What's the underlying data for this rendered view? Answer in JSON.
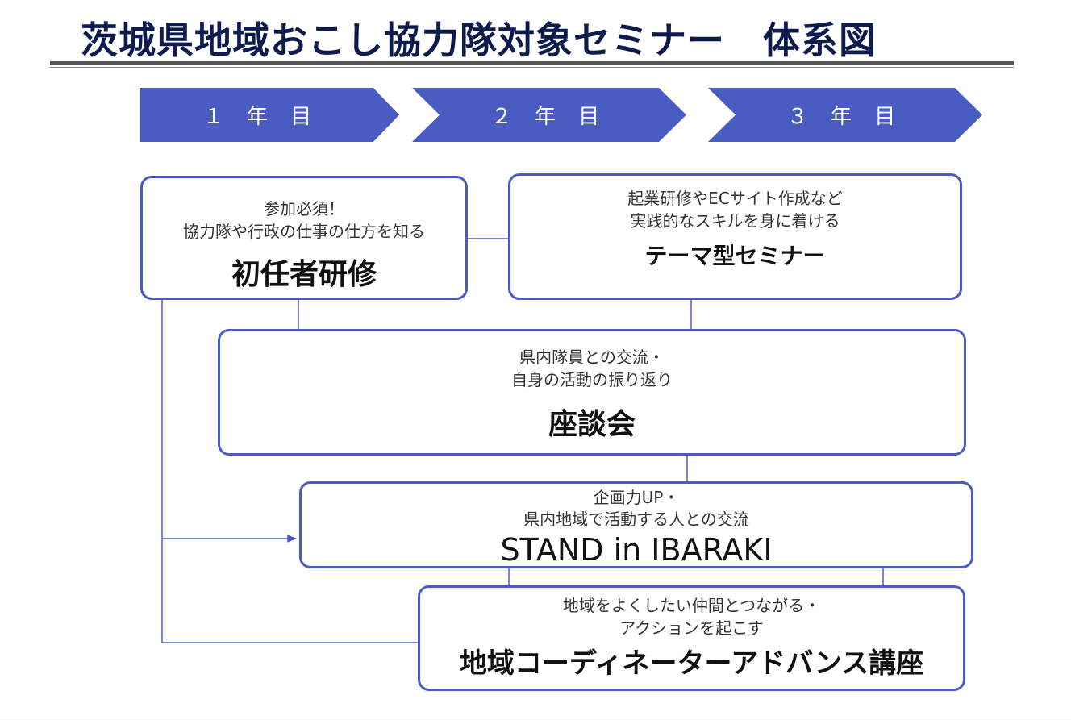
{
  "title": "茨城県地域おこし協力隊対象セミナー　体系図",
  "years": [
    "１ 年 目",
    "２ 年 目",
    "３ 年 目"
  ],
  "boxes": {
    "shonin": {
      "desc1": "参加必須！",
      "desc2": "協力隊や行政の仕事の仕方を知る",
      "name": "初任者研修"
    },
    "theme": {
      "desc1": "起業研修やECサイト作成など",
      "desc2": "実践的なスキルを身に着ける",
      "name": "テーマ型セミナー"
    },
    "zadankai": {
      "desc1": "県内隊員との交流・",
      "desc2": "自身の活動の振り返り",
      "name": "座談会"
    },
    "stand": {
      "desc1": "企画力UP・",
      "desc2": "県内地域で活動する人との交流",
      "name": "STAND in IBARAKI"
    },
    "coordinator": {
      "desc1": "地域をよくしたい仲間とつながる・",
      "desc2": "アクションを起こす",
      "name": "地域コーディネーターアドバンス講座"
    }
  },
  "colors": {
    "accent": "#4a5cc2",
    "title": "#0d1b4d"
  }
}
